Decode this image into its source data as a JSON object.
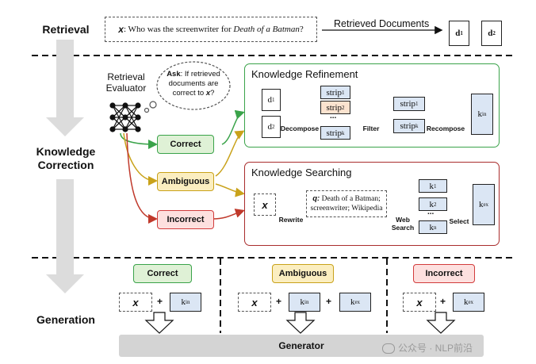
{
  "stages": {
    "retrieval": "Retrieval",
    "correction_line1": "Knowledge",
    "correction_line2": "Correction",
    "generation": "Generation"
  },
  "retrieval": {
    "query_x": "x",
    "query_text": ": Who was the screenwriter for ",
    "query_title": "Death of a Batman",
    "query_end": "?",
    "retrieved_label": "Retrieved Documents",
    "doc1": "d",
    "doc1_sub": "1",
    "doc2": "d",
    "doc2_sub": "2"
  },
  "evaluator": {
    "label_line1": "Retrieval",
    "label_line2": "Evaluator",
    "thought_ask": "Ask",
    "thought_line1": ": If retrieved",
    "thought_line2": "documents are",
    "thought_line3": "correct to ",
    "thought_x": "x",
    "thought_q": "?"
  },
  "actions": {
    "correct": "Correct",
    "ambiguous": "Ambiguous",
    "incorrect": "Incorrect"
  },
  "refinement": {
    "title": "Knowledge Refinement",
    "d1": "d",
    "d1_sub": "1",
    "d2": "d",
    "d2_sub": "2",
    "strip1": "strip",
    "strip1_sub": "1",
    "strip2": "strip",
    "strip2_sub": "2",
    "stripk": "strip",
    "stripk_sub": "k",
    "dots": "...",
    "decompose": "Decompose",
    "filter": "Filter",
    "recompose": "Recompose",
    "out_strip1": "strip",
    "out_strip1_sub": "1",
    "out_stripk": "strip",
    "out_stripk_sub": "k",
    "kin": "k",
    "kin_sub": "in"
  },
  "searching": {
    "title": "Knowledge Searching",
    "x": "x",
    "rewrite": "Rewrite",
    "q_label": "q:",
    "q_line1": " Death of a Batman;",
    "q_line2": "screenwriter; Wikipedia",
    "web_search_line1": "Web",
    "web_search_line2": "Search",
    "k1": "k",
    "k1_sub": "1",
    "k2": "k",
    "k2_sub": "2",
    "kn": "k",
    "kn_sub": "n",
    "dots": "...",
    "select": "Select",
    "kex": "k",
    "kex_sub": "ex"
  },
  "generation": {
    "correct": "Correct",
    "ambiguous": "Ambiguous",
    "incorrect": "Incorrect",
    "x": "x",
    "plus": "+",
    "kin": "k",
    "kin_sub": "in",
    "kex": "k",
    "kex_sub": "ex",
    "generator": "Generator"
  },
  "watermark": "公众号 · NLP前沿",
  "colors": {
    "green": "#3aa34a",
    "yellow": "#c9a21a",
    "red": "#d23c3c",
    "box_fill": "#dbe6f4"
  }
}
